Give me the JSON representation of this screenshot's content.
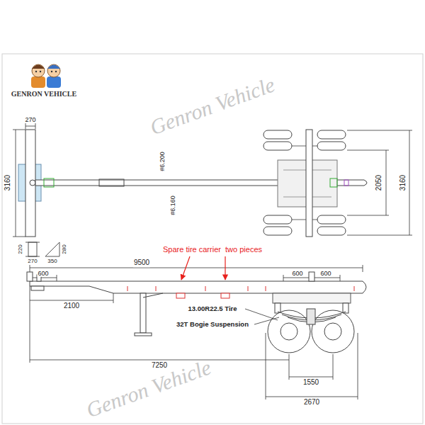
{
  "diagram": {
    "labels": [
      "GENRON VEHICLE",
      "Genron Vehicle",
      "Genron Vehicle",
      "270",
      "3160",
      "#6.200",
      "#6.160",
      "2050",
      "3160",
      "220",
      "270",
      "350",
      "280",
      "Spare tire carrier  two pieces",
      "9500",
      "600",
      "600",
      "600",
      "2100",
      "13.00R22.5 Tire",
      "32T Bogie Suspension",
      "7250",
      "1550",
      "2670"
    ]
  }
}
